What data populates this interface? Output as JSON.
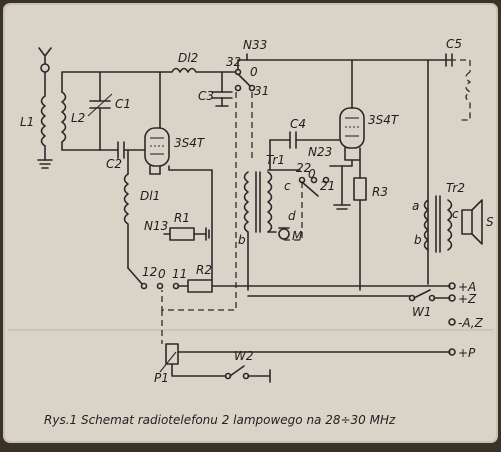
{
  "palette": {
    "paper": "#d9d4c7",
    "paper_edge": "#c8c2b3",
    "ink": "#2a2a2a",
    "background": "#3a3226"
  },
  "labels": {
    "L1": "L1",
    "L2": "L2",
    "C1": "C1",
    "C2": "C2",
    "Dl2": "Dl2",
    "Dl1": "Dl1",
    "C3": "C3",
    "C4": "C4",
    "C5": "C5",
    "tube1": "3S4T",
    "tube2": "3S4T",
    "N33": "N33",
    "N23": "N23",
    "N13": "N13",
    "n32": "32",
    "n31": "31",
    "n0a": "0",
    "n22": "22",
    "n21": "21",
    "n0b": "0",
    "n12": "12",
    "n11": "11",
    "n0c": "0",
    "R1": "R1",
    "R2": "R2",
    "R3": "R3",
    "Tr1": "Tr1",
    "Tr2": "Tr2",
    "c1": "c",
    "d": "d",
    "M": "M",
    "b1": "b",
    "a2": "a",
    "b2": "b",
    "c2": "c",
    "S": "S",
    "W1": "W1",
    "W2": "W2",
    "P1": "P1",
    "plusA": "+A",
    "plusZ": "+Z",
    "minusAZ": "-A,Z",
    "plusP": "+P"
  },
  "caption": "Rys.1 Schemat radiotelefonu 2 lampowego  na 28÷30 MHz"
}
